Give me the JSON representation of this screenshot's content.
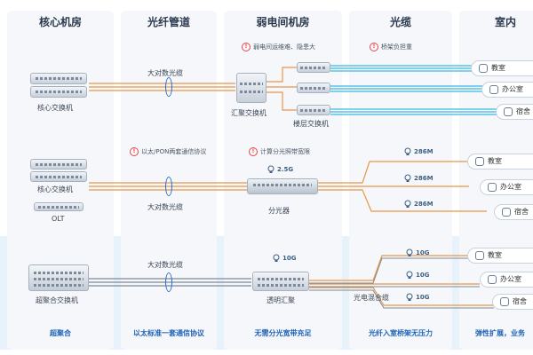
{
  "columns": [
    {
      "title": "核心机房"
    },
    {
      "title": "光纤管道"
    },
    {
      "title": "弱电间机房"
    },
    {
      "title": "光缆"
    },
    {
      "title": "室内"
    }
  ],
  "row1": {
    "core_switch": "核心交换机",
    "fiber": "大对数光缆",
    "warning": "弱电间运维难、隐患大",
    "cable_warning": "桥架负担重",
    "aggregation_switch": "汇聚交换机",
    "floor_switch": "楼层交换机",
    "rooms": [
      "教室",
      "办公室",
      "宿舍"
    ]
  },
  "row2": {
    "core_switch": "核心交换机",
    "olt": "OLT",
    "fiber": "大对数光缆",
    "protocol_warning": "以太/PON两套通信协议",
    "split_warning": "计算分光照带宽限",
    "splitter_bandwidth": "2.5G",
    "splitter": "分光器",
    "bandwidths": [
      "286M",
      "286M",
      "286M"
    ],
    "rooms": [
      "教室",
      "办公室",
      "宿舍"
    ]
  },
  "row3": {
    "switch": "超聚合交换机",
    "fiber": "大对数光缆",
    "hub_bandwidth": "10G",
    "hub": "透明汇聚",
    "hybrid_cable": "光电混合缆",
    "bandwidths": [
      "10G",
      "10G",
      "10G"
    ],
    "rooms": [
      "教室",
      "办公室",
      "宿舍"
    ]
  },
  "footer": [
    "超聚合",
    "以太标准一套通信协议",
    "无需分光宽带充足",
    "光纤入室桥架无压力",
    "弹性扩展，业务"
  ],
  "colors": {
    "fiber_orange": "#e8974a",
    "fiber_cyan": "#59c3e8",
    "accent_blue": "#1f63b8",
    "warning_red": "#e04848"
  }
}
